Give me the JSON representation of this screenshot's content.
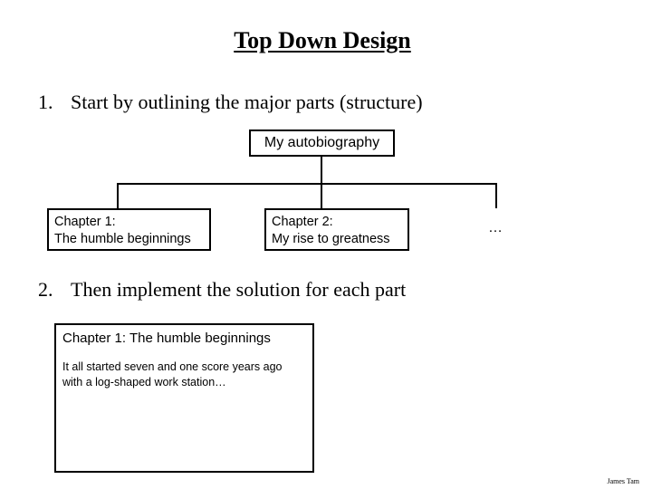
{
  "title": "Top Down Design",
  "steps": [
    {
      "number": "1.",
      "text": "Start by outlining the major parts (structure)"
    },
    {
      "number": "2.",
      "text": "Then implement the solution for each part"
    }
  ],
  "tree": {
    "root": "My autobiography",
    "children": [
      {
        "line1": "Chapter 1:",
        "line2": "The humble beginnings"
      },
      {
        "line1": "Chapter 2:",
        "line2": "My rise to greatness"
      }
    ],
    "more": "…"
  },
  "detail": {
    "heading": "Chapter 1: The humble beginnings",
    "body_line1": "It all started seven and one score years ago",
    "body_line2": "with a log-shaped work station…"
  },
  "footer": "James Tam"
}
